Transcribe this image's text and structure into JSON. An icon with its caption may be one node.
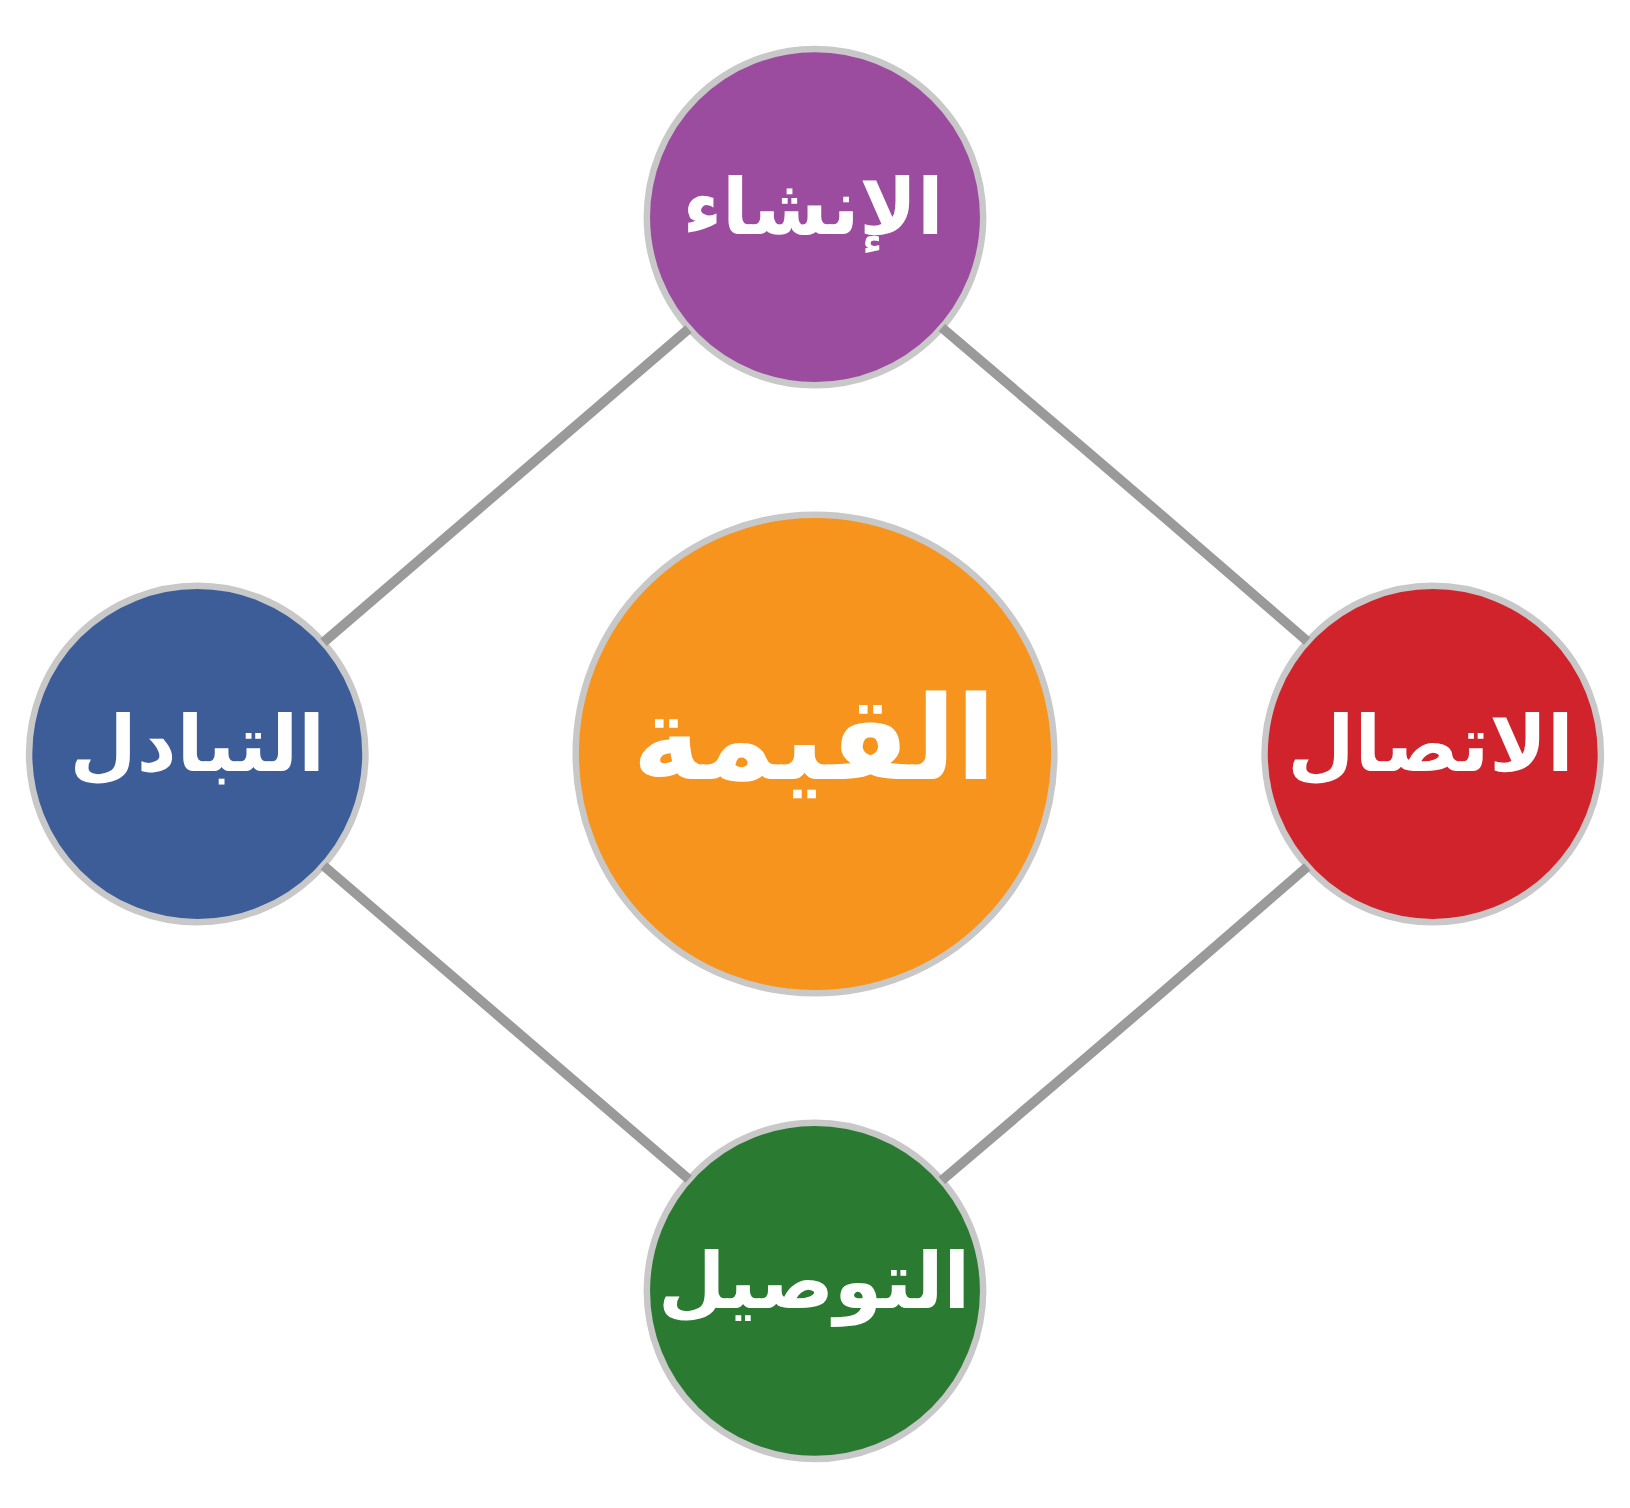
{
  "diagram": {
    "nodes": [
      {
        "text": [
          "الإنشاء"
        ]
      },
      {
        "text": [
          "الاتصال"
        ]
      },
      {
        "text": [
          "القيمة"
        ]
      },
      {
        "text": [
          "التبادل"
        ]
      },
      {
        "text": [
          "التوصيل"
        ]
      }
    ],
    "edges": [
      {
        "from": 0,
        "to": 1,
        "arrow": "none"
      },
      {
        "from": 1,
        "to": 4,
        "arrow": "none"
      },
      {
        "from": 4,
        "to": 3,
        "arrow": "none"
      },
      {
        "from": 3,
        "to": 0,
        "arrow": "none"
      }
    ]
  }
}
